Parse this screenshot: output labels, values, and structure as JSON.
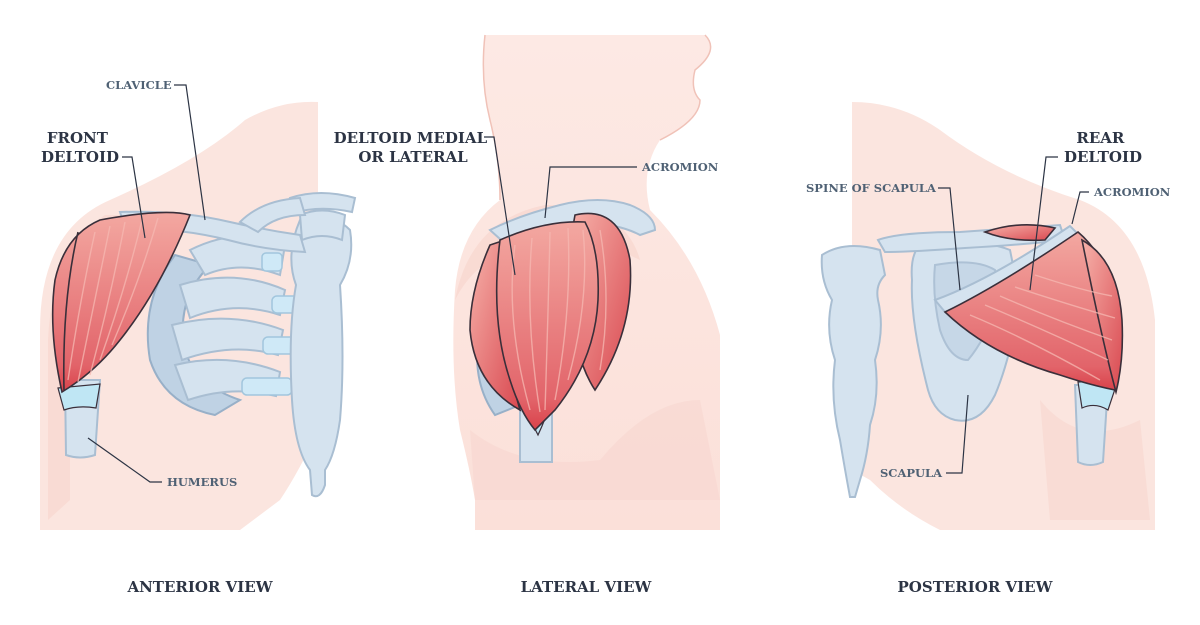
{
  "colors": {
    "muscle_light": "#f3a8a1",
    "muscle_dark": "#d9424a",
    "bone": "#d5e3ef",
    "skin": "#fbe5df",
    "tendon": "#bfe6f4",
    "label_dark": "#2c3444",
    "label_small": "#4f6174"
  },
  "anterior": {
    "view_title": "ANTERIOR VIEW",
    "front_deltoid": [
      "FRONT",
      "DELTOID"
    ],
    "clavicle": "CLAVICLE",
    "humerus": "HUMERUS"
  },
  "lateral": {
    "view_title": "LATERAL VIEW",
    "deltoid_medial": [
      "DELTOID MEDIAL",
      "OR LATERAL"
    ],
    "acromion": "ACROMION"
  },
  "posterior": {
    "view_title": "POSTERIOR VIEW",
    "rear_deltoid": [
      "REAR",
      "DELTOID"
    ],
    "spine_of_scapula": "SPINE OF SCAPULA",
    "acromion": "ACROMION",
    "scapula": "SCAPULA"
  }
}
